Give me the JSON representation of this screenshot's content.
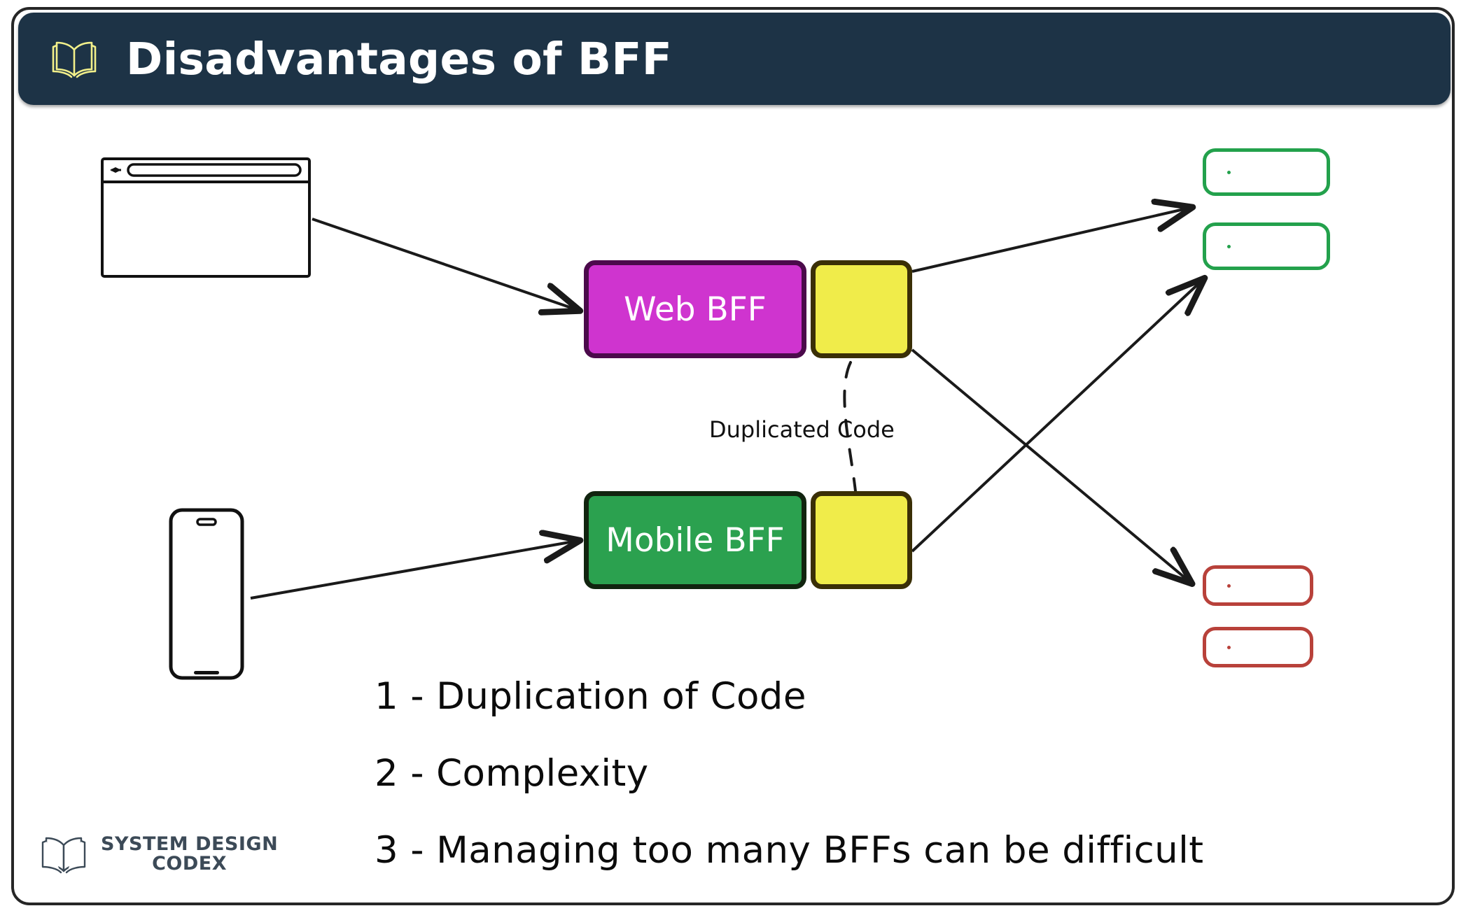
{
  "header": {
    "icon": "open-book-icon",
    "title": "Disadvantages of BFF",
    "background_color": "#1d3346",
    "title_color": "#ffffff",
    "icon_color": "#f2f08a"
  },
  "clients": [
    {
      "id": "browser",
      "icon": "browser-window-icon",
      "label": ""
    },
    {
      "id": "phone",
      "icon": "mobile-phone-icon",
      "label": ""
    }
  ],
  "services": [
    {
      "id": "web-bff",
      "label": "Web BFF",
      "fill_color": "#cf34cf",
      "border_color": "#4b0a4b",
      "text_color": "#ffffff",
      "side_fill_color": "#f0ec4a",
      "side_border_color": "#3a2f06"
    },
    {
      "id": "mobile-bff",
      "label": "Mobile BFF",
      "fill_color": "#2ba14f",
      "border_color": "#11240f",
      "text_color": "#ffffff",
      "side_fill_color": "#f0ec4a",
      "side_border_color": "#3a2f06"
    }
  ],
  "connector": {
    "label": "Duplicated Code",
    "style": "dashed",
    "color": "#111111"
  },
  "downstream": {
    "green_color": "#23a14c",
    "red_color": "#b8413a",
    "green_chips": [
      {
        "id": "green-service-1"
      },
      {
        "id": "green-service-2"
      }
    ],
    "red_chips": [
      {
        "id": "red-service-1"
      },
      {
        "id": "red-service-2"
      }
    ]
  },
  "bullets": [
    "1 - Duplication of Code",
    "2 - Complexity",
    "3 - Managing too many BFFs can be difficult"
  ],
  "footer": {
    "logo_icon": "open-book-icon",
    "logo_line1": "SYSTEM DESIGN",
    "logo_line2": "CODEX",
    "logo_color": "#3c4a57"
  }
}
